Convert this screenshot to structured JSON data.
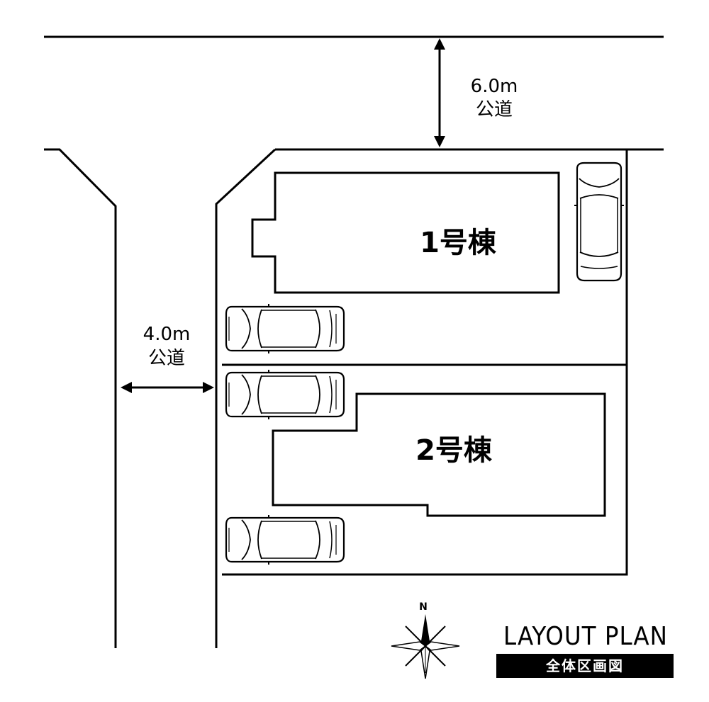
{
  "roads": {
    "north": {
      "width": "6.0m",
      "type": "公道"
    },
    "west": {
      "width": "4.0m",
      "type": "公道"
    }
  },
  "buildings": [
    {
      "label": "1号棟"
    },
    {
      "label": "2号棟"
    }
  ],
  "compass": {
    "north_label": "N"
  },
  "legend": {
    "title": "LAYOUT PLAN",
    "subtitle": "全体区画図"
  }
}
